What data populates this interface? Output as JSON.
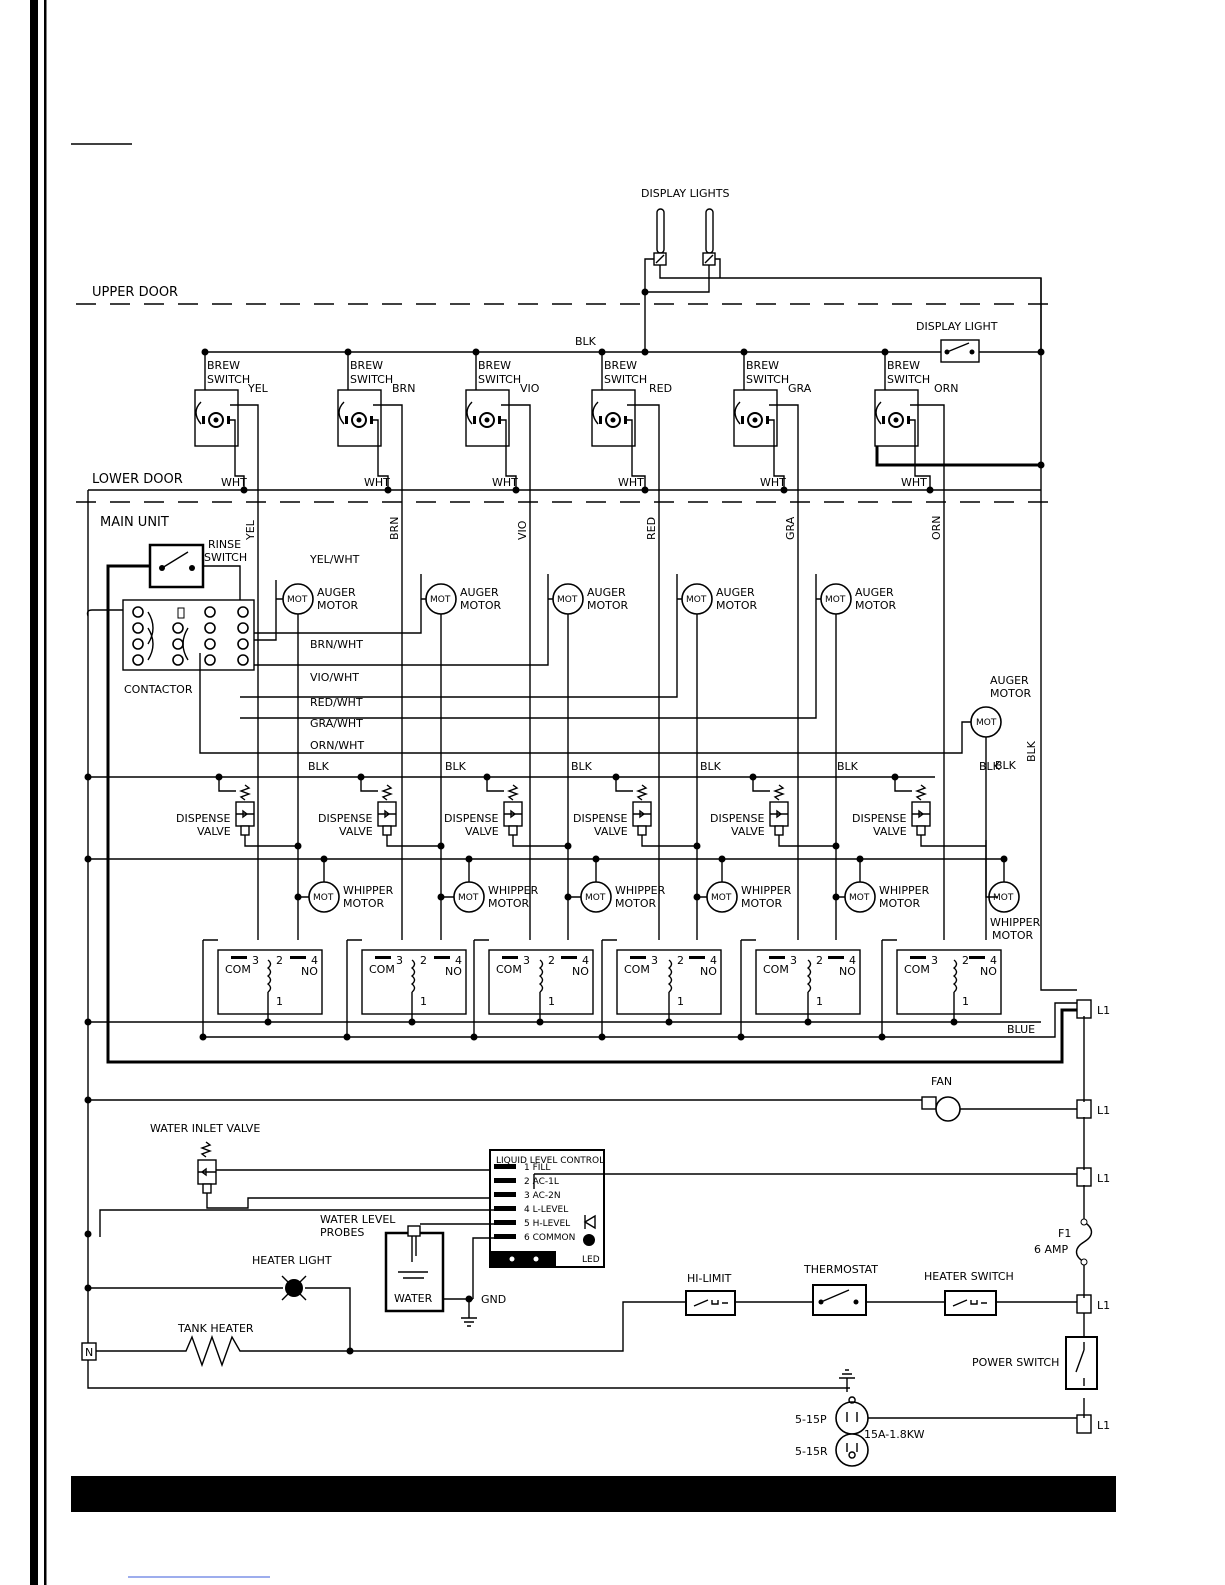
{
  "labels": {
    "display_lights": "DISPLAY LIGHTS",
    "upper_door": "UPPER DOOR",
    "lower_door": "LOWER DOOR",
    "main_unit": "MAIN UNIT",
    "display_light": "DISPLAY LIGHT",
    "blk": "BLK",
    "wht": "WHT",
    "brew": "BREW",
    "switch": "SWITCH",
    "rinse": "RINSE",
    "contactor": "CONTACTOR",
    "auger": "AUGER",
    "motor": "MOTOR",
    "whipper": "WHIPPER",
    "mot": "MOT",
    "dispense": "DISPENSE",
    "valve": "VALVE",
    "com": "COM",
    "no": "NO",
    "blue": "BLUE",
    "fan": "FAN",
    "water_inlet_valve": "WATER INLET VALVE",
    "water_level": "WATER LEVEL",
    "probes": "PROBES",
    "water": "WATER",
    "gnd": "GND",
    "heater_light": "HEATER LIGHT",
    "tank_heater": "TANK HEATER",
    "hi_limit": "HI-LIMIT",
    "thermostat": "THERMOSTAT",
    "heater_switch": "HEATER SWITCH",
    "power_switch": "POWER SWITCH",
    "f1": "F1",
    "amp": "6 AMP",
    "l1": "L1",
    "n": "N",
    "plug": "5-15P",
    "receptacle": "5-15R",
    "rating": "15A-1.8KW",
    "led": "LED"
  },
  "station_colors": [
    "YEL",
    "BRN",
    "VIO",
    "RED",
    "GRA",
    "ORN"
  ],
  "return_wires": [
    "YEL/WHT",
    "BRN/WHT",
    "VIO/WHT",
    "RED/WHT",
    "GRA/WHT",
    "ORN/WHT"
  ],
  "relay_pins": [
    "3",
    "2",
    "4",
    "1"
  ],
  "liquid_level_control": {
    "title": "LIQUID LEVEL CONTROL",
    "terminals": [
      "1 FILL",
      "2 AC-1L",
      "3 AC-2N",
      "4 L-LEVEL",
      "5 H-LEVEL",
      "6 COMMON"
    ]
  }
}
